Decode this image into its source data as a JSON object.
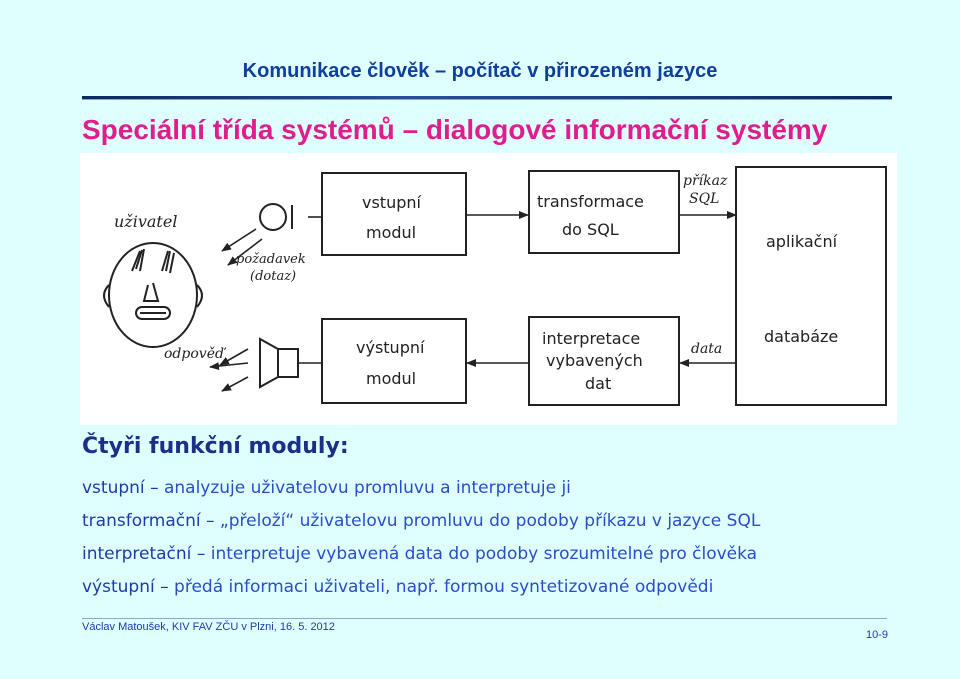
{
  "header": {
    "title": "Komunikace člověk – počítač v přirozeném jazyce"
  },
  "slide": {
    "title": "Speciální třída systémů – dialogové informační systémy"
  },
  "diagram": {
    "user_label": "uživatel",
    "request_label_1": "požadavek",
    "request_label_2": "(dotaz)",
    "response_label": "odpověď",
    "input_module_1": "vstupní",
    "input_module_2": "modul",
    "output_module_1": "výstupní",
    "output_module_2": "modul",
    "transform_1": "transformace",
    "transform_2": "do SQL",
    "sql_cmd_1": "příkaz",
    "sql_cmd_2": "SQL",
    "interpret_1": "interpretace",
    "interpret_2": "vybavených",
    "interpret_3": "dat",
    "data_label": "data",
    "application_label": "aplikační",
    "database_label": "databáze"
  },
  "modules": {
    "heading": "Čtyři funkční moduly:",
    "items": [
      {
        "term": "vstupní",
        "dash": "–",
        "text": "analyzuje uživatelovu promluvu a interpretuje ji"
      },
      {
        "term": "transformační",
        "dash": "–",
        "text": "„přeloží“ uživatelovu promluvu do podoby příkazu v jazyce SQL"
      },
      {
        "term": "interpretační",
        "dash": "–",
        "text": "interpretuje vybavená data do podoby srozumitelné pro člověka"
      },
      {
        "term": "výstupní",
        "dash": "–",
        "text": "předá informaci uživateli, např. formou syntetizované odpovědi"
      }
    ]
  },
  "footer": {
    "author": "Václav Matoušek, KIV FAV ZČU v Plzni, 16. 5. 2012",
    "page": "10-9"
  }
}
